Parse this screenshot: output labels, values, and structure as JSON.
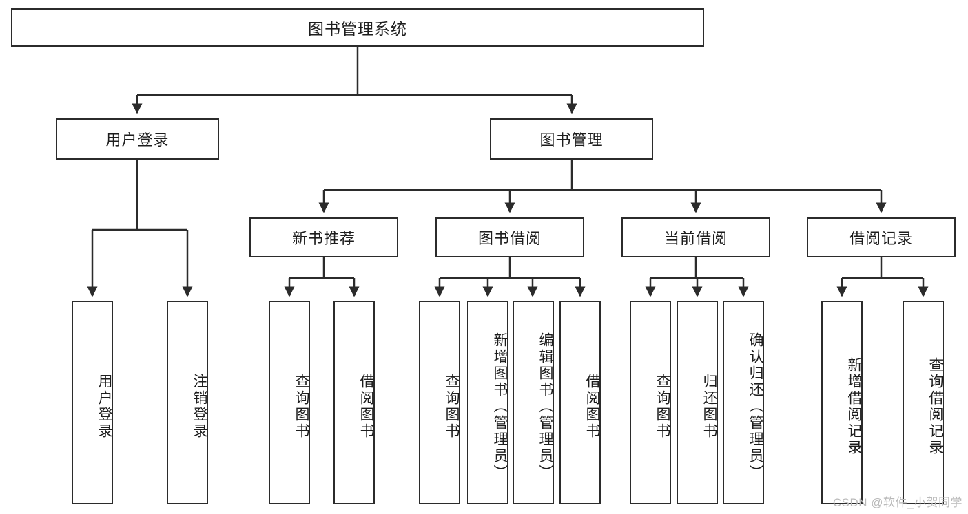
{
  "diagram": {
    "title": "图书管理系统",
    "type": "tree-hierarchy-diagram",
    "colors": {
      "box_border": "#2b2b2b",
      "box_fill": "#ffffff",
      "connector": "#2b2b2b",
      "text": "#1d1d1d",
      "watermark": "#b9b9b9",
      "background": "#ffffff"
    },
    "root": {
      "label": "图书管理系统"
    },
    "level2": [
      {
        "id": "user-login",
        "label": "用户登录"
      },
      {
        "id": "book-management",
        "label": "图书管理"
      }
    ],
    "level3": [
      {
        "id": "new-book-recommend",
        "label": "新书推荐"
      },
      {
        "id": "book-borrow",
        "label": "图书借阅"
      },
      {
        "id": "current-borrow",
        "label": "当前借阅"
      },
      {
        "id": "borrow-record",
        "label": "借阅记录"
      }
    ],
    "leaves": {
      "user_login": [
        {
          "id": "leaf-user-login",
          "label": "用户登录"
        },
        {
          "id": "leaf-logout-login",
          "label": "注销登录"
        }
      ],
      "new_book_recommend": [
        {
          "id": "leaf-query-book-1",
          "label": "查询图书"
        },
        {
          "id": "leaf-borrow-book-1",
          "label": "借阅图书"
        }
      ],
      "book_borrow": [
        {
          "id": "leaf-query-book-2",
          "label": "查询图书"
        },
        {
          "id": "leaf-add-book-admin",
          "label": "新增图书（管理员）"
        },
        {
          "id": "leaf-edit-book-admin",
          "label": "编辑图书（管理员）"
        },
        {
          "id": "leaf-borrow-book-2",
          "label": "借阅图书"
        }
      ],
      "current_borrow": [
        {
          "id": "leaf-query-book-3",
          "label": "查询图书"
        },
        {
          "id": "leaf-return-book",
          "label": "归还图书"
        },
        {
          "id": "leaf-confirm-return-admin",
          "label": "确认归还（管理员）"
        }
      ],
      "borrow_record": [
        {
          "id": "leaf-add-borrow-record",
          "label": "新增借阅记录"
        },
        {
          "id": "leaf-query-borrow-record",
          "label": "查询借阅记录"
        }
      ]
    },
    "watermark": "CSDN @软件_小贺同学"
  }
}
